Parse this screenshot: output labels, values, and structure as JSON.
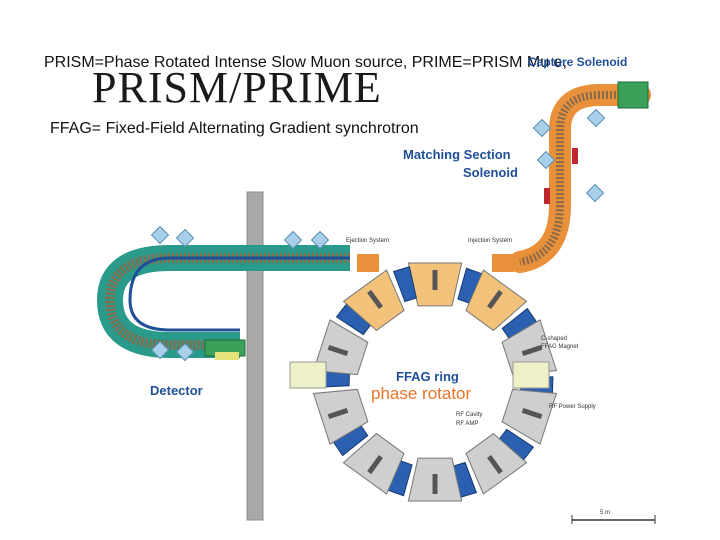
{
  "caption": {
    "line1": "PRISM=Phase Rotated Intense Slow Muon source, PRIME=PRISM Mu e,",
    "line2": "FFAG= Fixed-Field Alternating Gradient synchrotron"
  },
  "brand": "PRISM/PRIME",
  "labels": {
    "capture_solenoid": "Capture Solenoid",
    "matching_line1": "Matching Section",
    "matching_line2": "Solenoid",
    "ejection_system": "Ejection System",
    "injection_system": "Injection System",
    "c_shaped_line1": "C-shaped",
    "c_shaped_line2": "FFAG Magnet",
    "ffag_ring": "FFAG ring",
    "phase_rotator": "phase rotator",
    "rf_power_supply": "RF Power Supply",
    "rf_cavity": "RF Cavity",
    "rf_amp": "RF AMP",
    "detector": "Detector",
    "scale": "5 m"
  },
  "colors": {
    "label_blue": "#1f4f97",
    "magnet_blue": "#2b5fb0",
    "ring_orange": "#f2a94b",
    "solenoid_orange": "#e8913a",
    "wall_gray": "#a9a9a9",
    "detector_green": "#3aa05a",
    "phase_rotator_orange": "#e8742a"
  }
}
